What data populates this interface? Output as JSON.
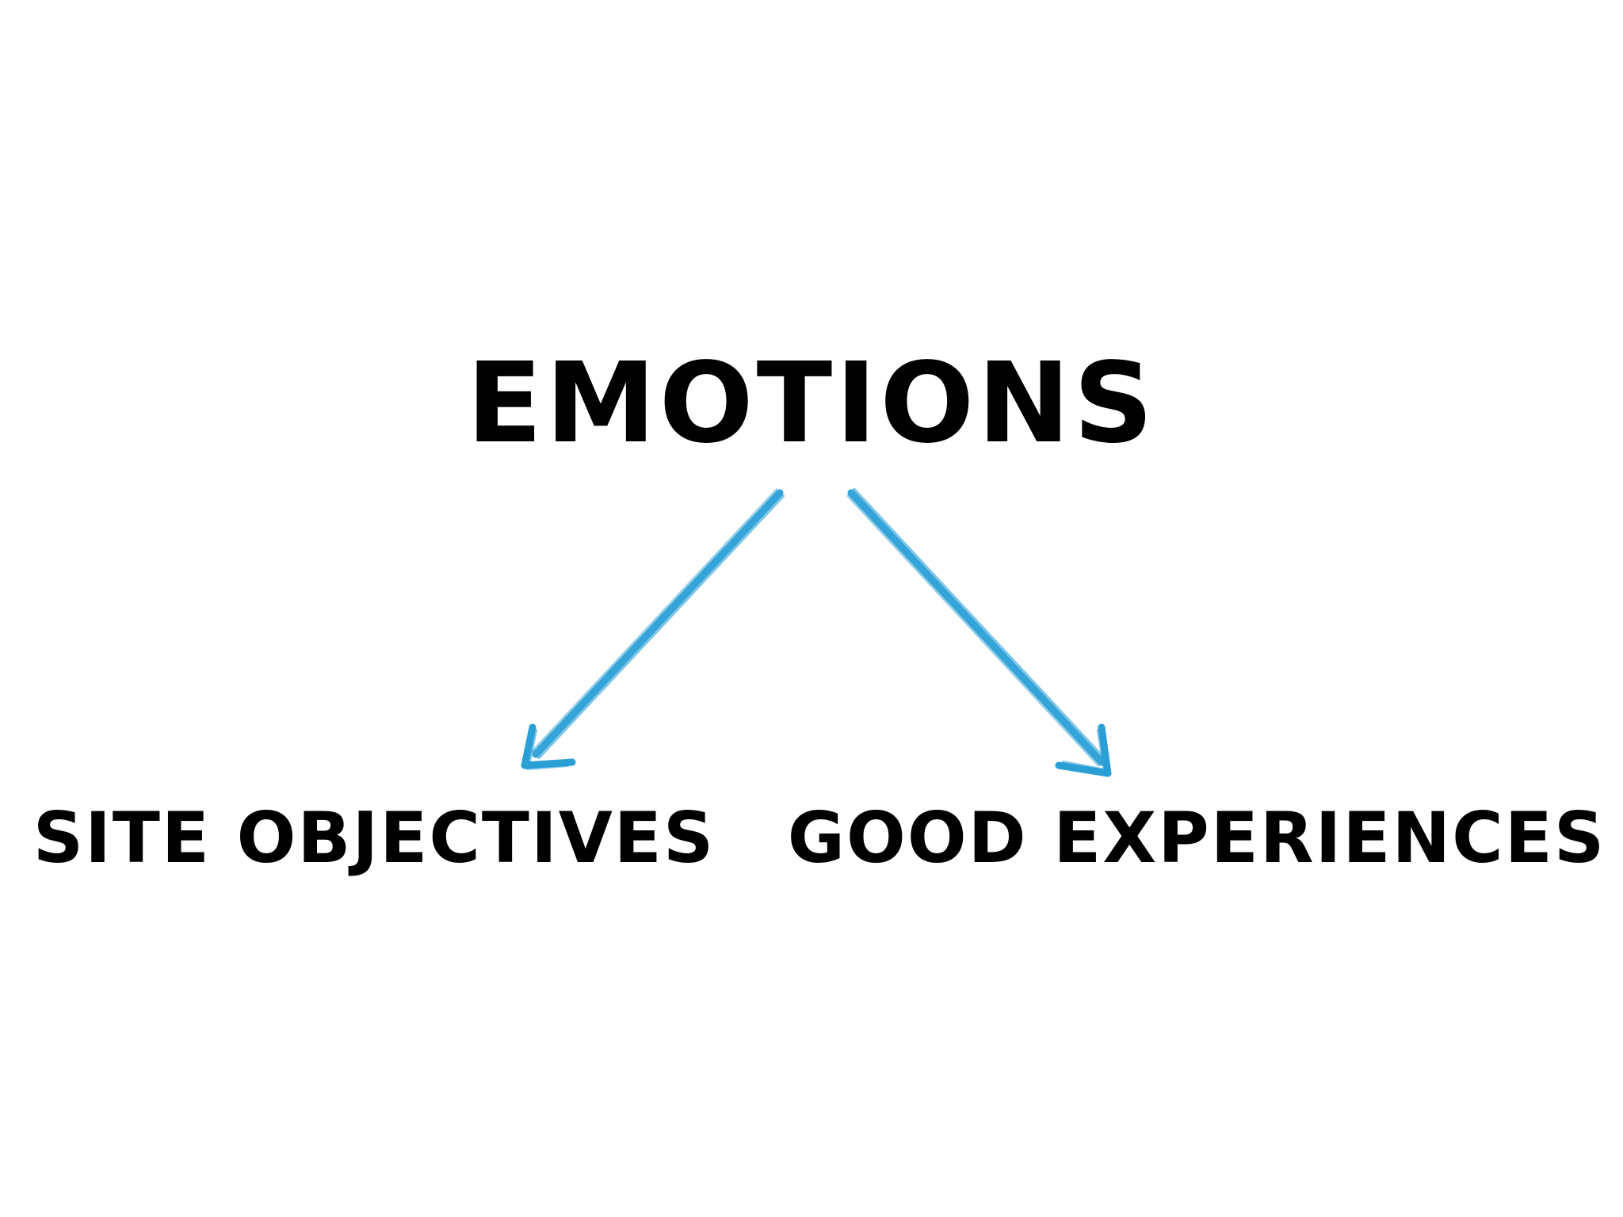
{
  "nodes": {
    "top": "EMOTIONS",
    "left": "SITE OBJECTIVES",
    "right": "GOOD EXPERIENCES"
  },
  "colors": {
    "text": "#000000",
    "arrow": "#2a9fd6",
    "background": "#ffffff"
  },
  "icons": {
    "arrow_left": "arrow-down-left-icon",
    "arrow_right": "arrow-down-right-icon"
  }
}
